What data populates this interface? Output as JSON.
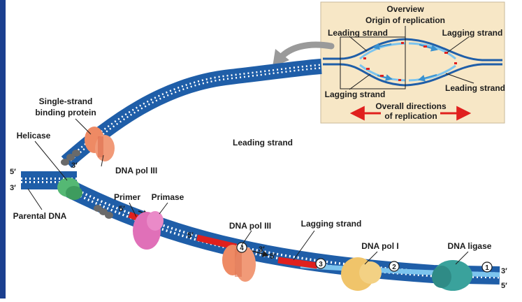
{
  "overview": {
    "title": "Overview",
    "origin": "Origin of replication",
    "leading_top": "Leading strand",
    "lagging_top": "Lagging strand",
    "lagging_bottom": "Lagging strand",
    "leading_bottom": "Leading strand",
    "directions_line1": "Overall directions",
    "directions_line2": "of replication"
  },
  "labels": {
    "single_strand_line1": "Single-strand",
    "single_strand_line2": "binding protein",
    "helicase": "Helicase",
    "dna_pol3_top": "DNA pol III",
    "leading_strand": "Leading strand",
    "primer": "Primer",
    "primase": "Primase",
    "parental_dna": "Parental DNA",
    "dna_pol3_mid": "DNA pol III",
    "lagging_strand": "Lagging strand",
    "dna_pol1": "DNA pol I",
    "dna_ligase": "DNA ligase"
  },
  "ends": {
    "five_prime": "5′",
    "three_prime": "3′",
    "three_prime_plain": "3'"
  },
  "steps": [
    "1",
    "2",
    "3",
    "4"
  ],
  "colors": {
    "strand_blue": "#1f5ea8",
    "new_strand": "#7cc4ee",
    "primer_red": "#e0201e",
    "helicase": "#55b874",
    "polymerase": "#ee8a64",
    "primase": "#e070b8",
    "ligase": "#3aa29c",
    "pol1": "#f0c46a",
    "ssb": "#6a6a6a",
    "overview_bg": "#f7e7c6",
    "arrow_grey": "#8f8f8f"
  }
}
